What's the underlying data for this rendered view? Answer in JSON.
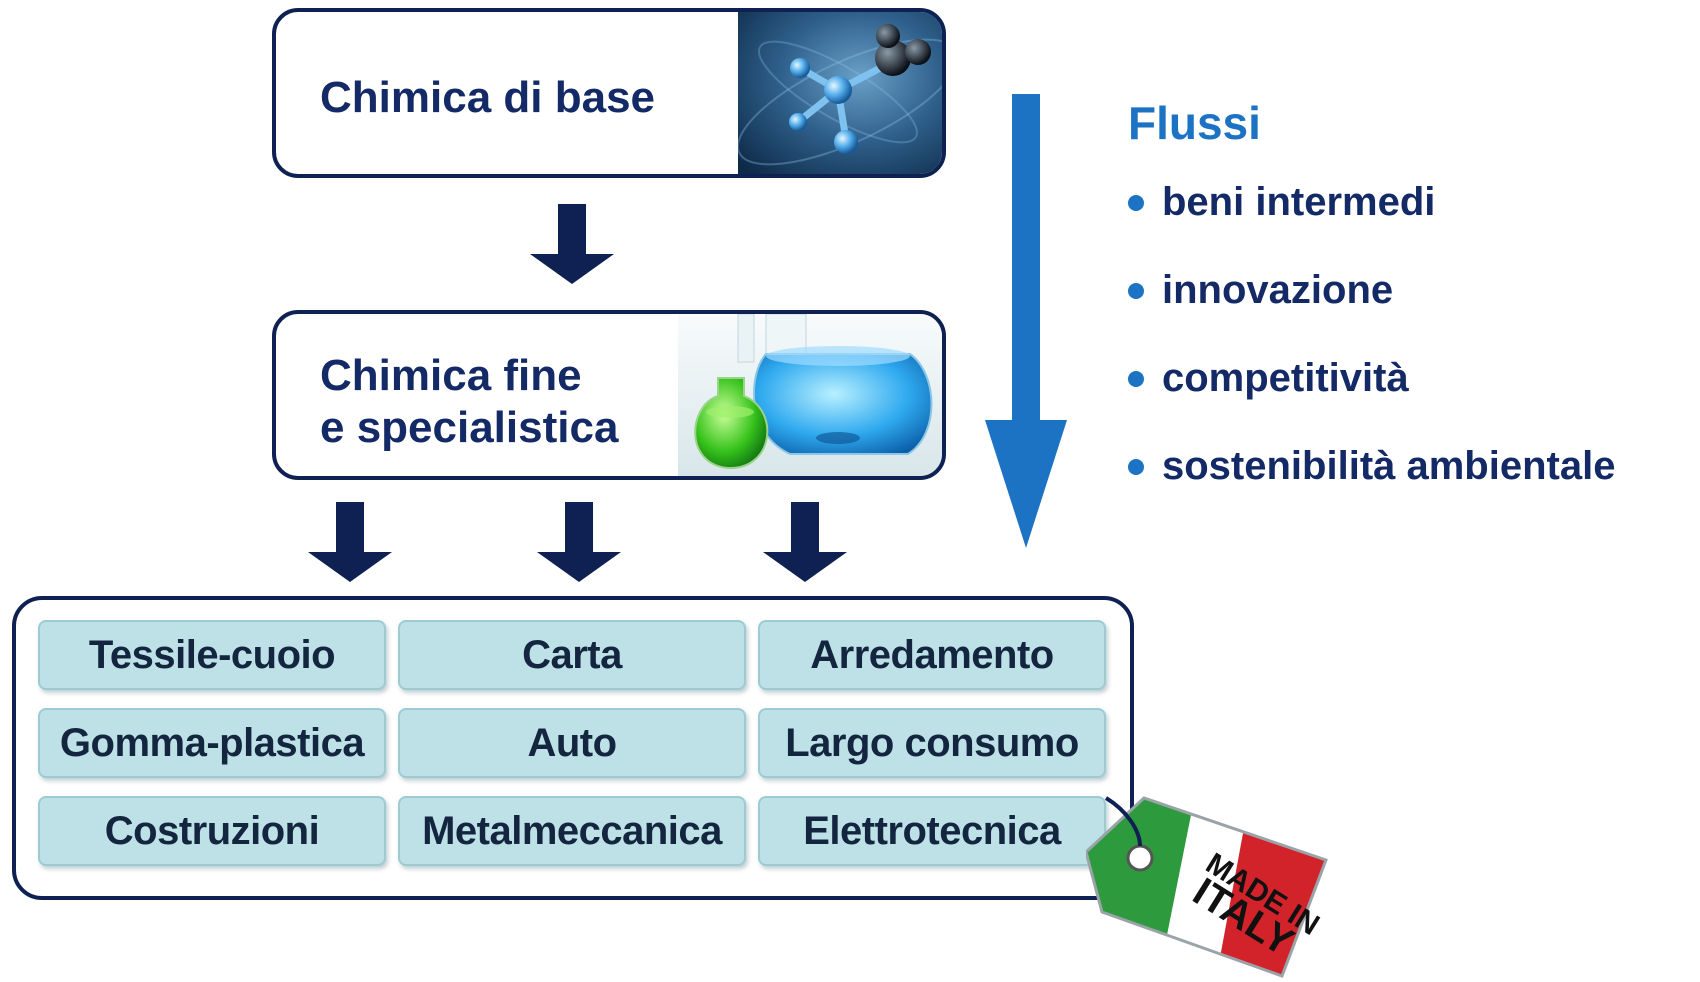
{
  "diagram": {
    "top_box": {
      "title": "Chimica di base",
      "image": "molecule-image"
    },
    "middle_box": {
      "title_line1": "Chimica fine",
      "title_line2": "e specialistica",
      "image": "flasks-image"
    },
    "sectors": [
      "Tessile-cuoio",
      "Carta",
      "Arredamento",
      "Gomma-plastica",
      "Auto",
      "Largo consumo",
      "Costruzioni",
      "Metalmeccanica",
      "Elettrotecnica"
    ],
    "tag": {
      "line1": "MADE IN",
      "line2": "ITALY"
    }
  },
  "flows": {
    "title": "Flussi",
    "items": [
      "beni intermedi",
      "innovazione",
      "competitività",
      "sostenibilità ambientale"
    ]
  },
  "colors": {
    "navy": "#0f2152",
    "accent_blue": "#1c73c4",
    "sector_fill": "#bde1e6"
  }
}
